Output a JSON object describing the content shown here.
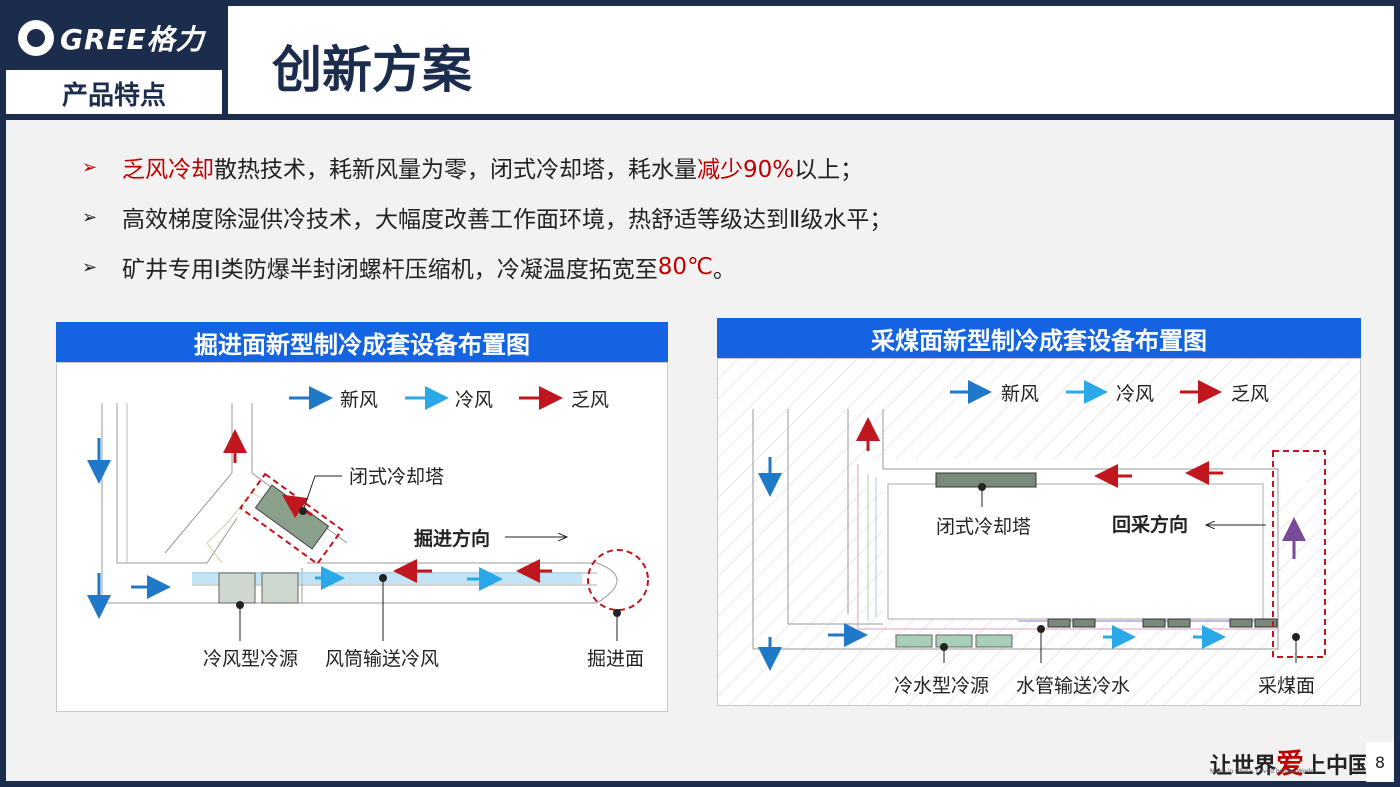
{
  "brand": {
    "logo": "GREE格力",
    "section": "产品特点"
  },
  "page": {
    "title": "创新方案",
    "number": "8"
  },
  "colors": {
    "navy": "#1c2c4c",
    "blue_header": "#1463e0",
    "accent_red": "#c00000",
    "fresh_air": "#1f78c8",
    "cold_air": "#2aa8e8",
    "exhaust_air": "#c0161e"
  },
  "bullets": [
    {
      "marker": "➢",
      "parts": [
        {
          "text": "乏风冷却",
          "red": true
        },
        {
          "text": "散热技术，耗新风量为零，闭式冷却塔，耗水量",
          "red": false
        },
        {
          "text": "减少90%",
          "red": true
        },
        {
          "text": "以上；",
          "red": false
        }
      ]
    },
    {
      "marker": "➢",
      "parts": [
        {
          "text": "高效梯度除湿供冷技术，大幅度改善工作面环境，热舒适等级达到Ⅱ级水平；",
          "red": false
        }
      ]
    },
    {
      "marker": "➢",
      "parts": [
        {
          "text": "矿井专用Ⅰ类防爆半封闭螺杆压缩机，冷凝温度拓宽至",
          "red": false
        },
        {
          "text": "80℃",
          "red": true
        },
        {
          "text": "。",
          "red": false
        }
      ]
    }
  ],
  "left_diagram": {
    "title": "掘进面新型制冷成套设备布置图",
    "legend": [
      "新风",
      "冷风",
      "乏风"
    ],
    "labels": {
      "tower": "闭式冷却塔",
      "direction": "掘进方向",
      "source": "冷风型冷源",
      "duct": "风筒输送冷风",
      "face": "掘进面"
    }
  },
  "right_diagram": {
    "title": "采煤面新型制冷成套设备布置图",
    "legend": [
      "新风",
      "冷风",
      "乏风"
    ],
    "labels": {
      "tower": "闭式冷却塔",
      "direction": "回采方向",
      "source": "冷水型冷源",
      "pipe": "水管输送冷水",
      "face": "采煤面"
    }
  },
  "footer": {
    "slogan_a": "让世界",
    "slogan_b": "爱",
    "slogan_c": "上中国造",
    "slogan_sub": "Make in China, Loved by the World"
  }
}
